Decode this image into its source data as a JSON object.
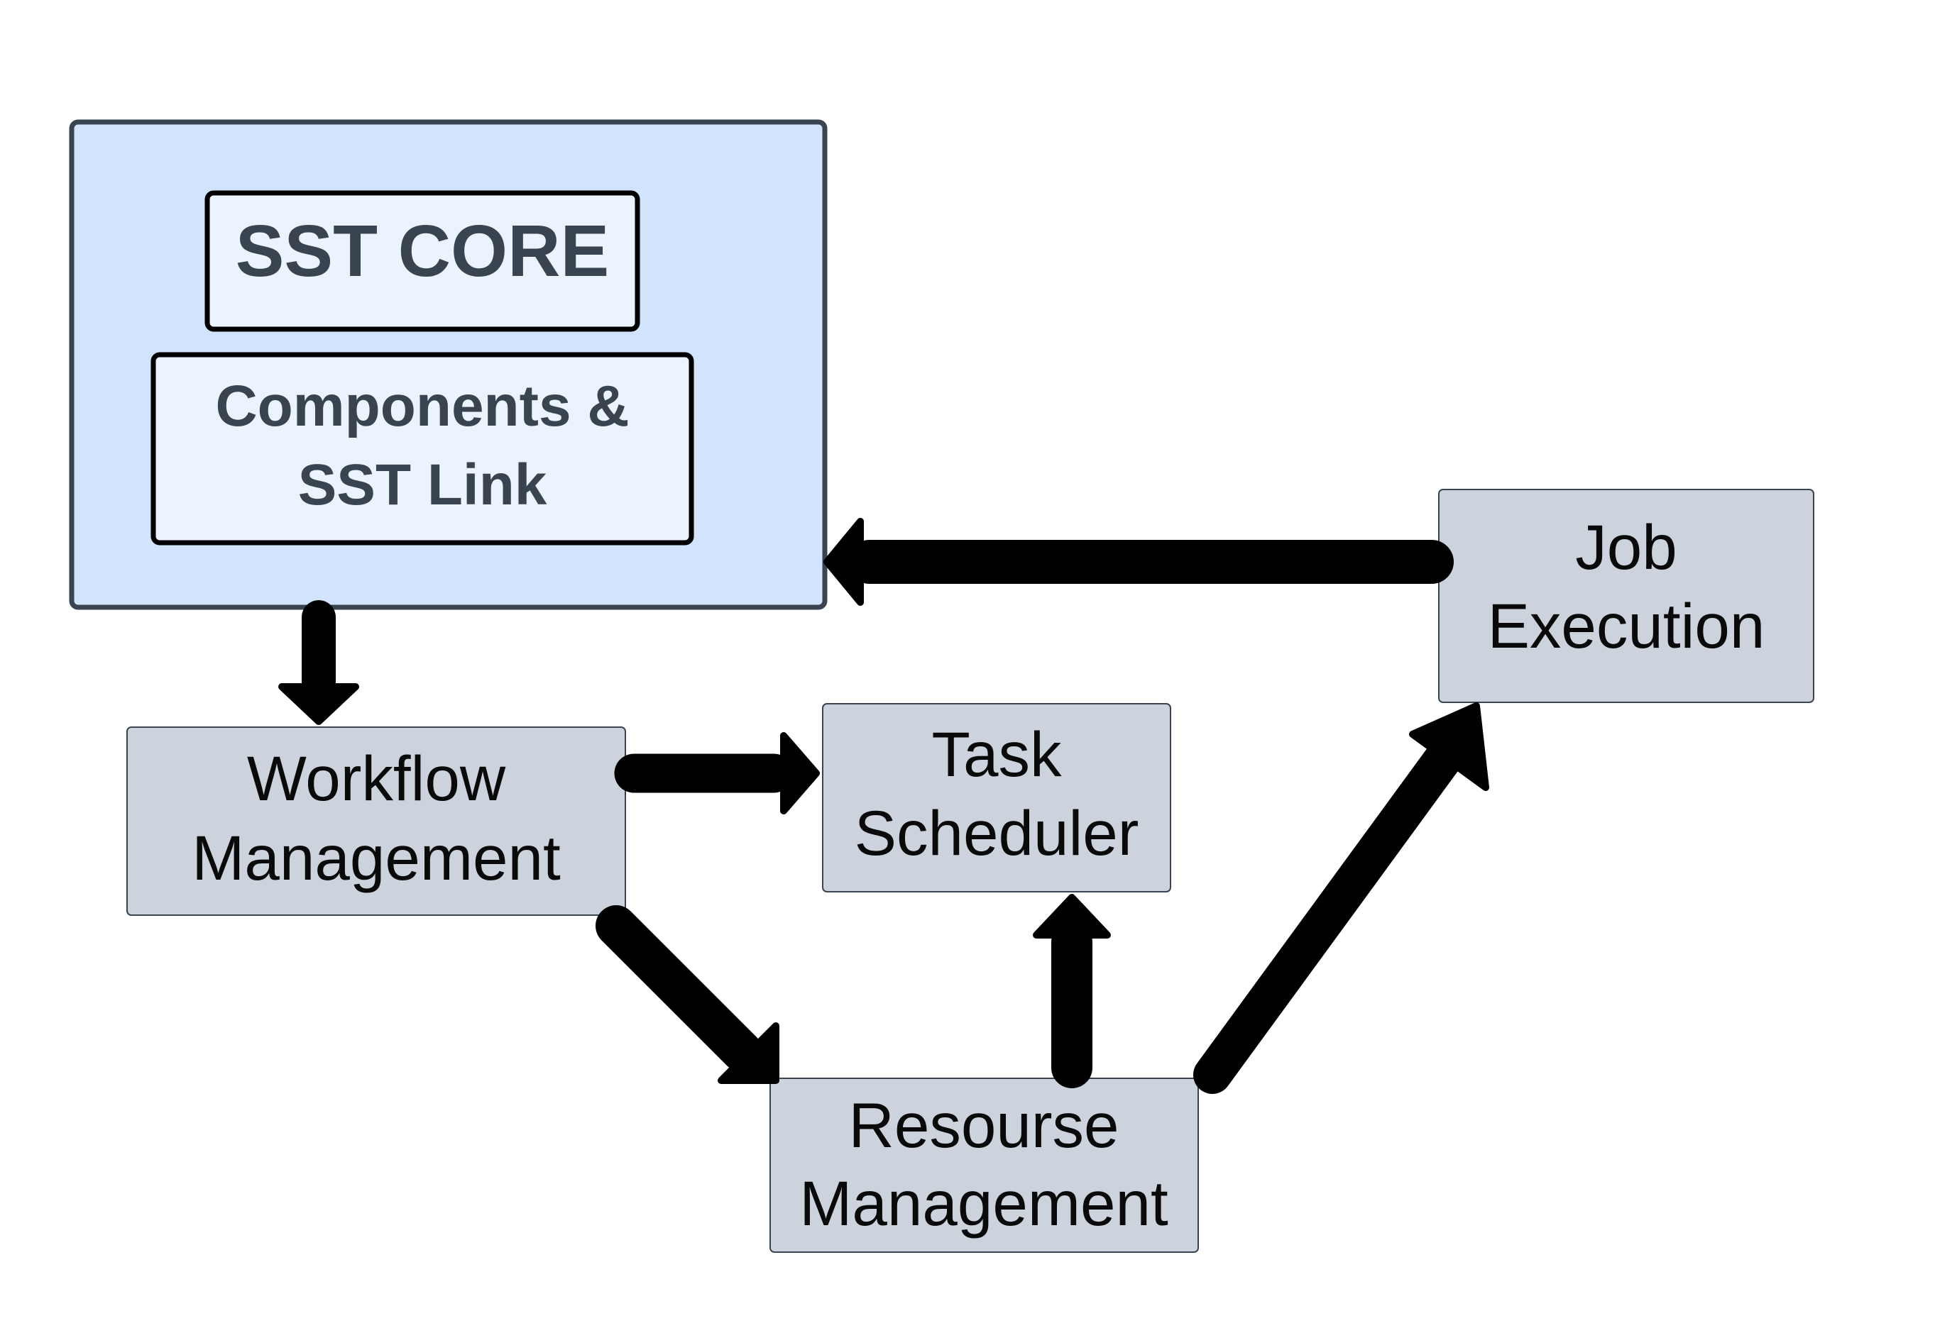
{
  "colors": {
    "container_fill": "#d1e4fc",
    "container_stroke": "#3a4350",
    "inner_fill": "#ebf3fe",
    "inner_stroke": "#000000",
    "core_text": "#3a4350",
    "node_fill": "#cdd3dc",
    "node_stroke": "#3a4350",
    "node_text": "#0a0a0a",
    "arrow": "#000000",
    "background": "#ffffff"
  },
  "sst_core": {
    "label": "SST CORE"
  },
  "components": {
    "line1": "Components &",
    "line2": "SST Link"
  },
  "nodes": {
    "workflow": {
      "line1": "Workflow",
      "line2": "Management"
    },
    "task": {
      "line1": "Task",
      "line2": "Scheduler"
    },
    "resource": {
      "line1": "Resourse",
      "line2": "Management"
    },
    "job": {
      "line1": "Job",
      "line2": "Execution"
    }
  },
  "edges": [
    {
      "from": "sst-core-container",
      "to": "workflow-management",
      "direction": "down"
    },
    {
      "from": "workflow-management",
      "to": "task-scheduler",
      "direction": "right"
    },
    {
      "from": "workflow-management",
      "to": "resource-management",
      "direction": "down-right"
    },
    {
      "from": "resource-management",
      "to": "task-scheduler",
      "direction": "up"
    },
    {
      "from": "resource-management",
      "to": "job-execution",
      "direction": "up-right"
    },
    {
      "from": "job-execution",
      "to": "sst-core-container",
      "direction": "left"
    }
  ]
}
